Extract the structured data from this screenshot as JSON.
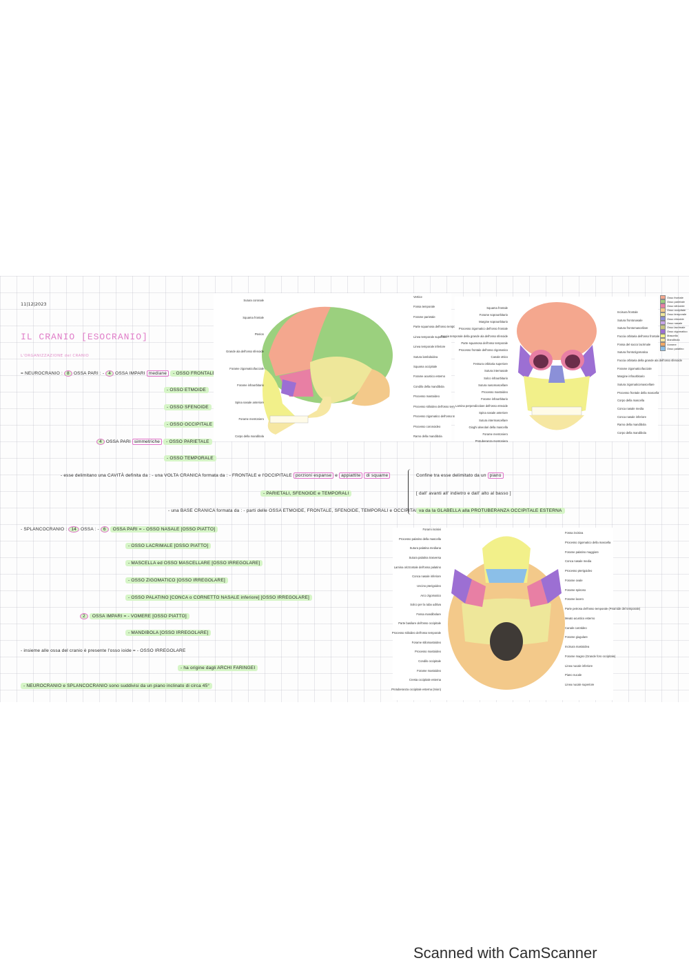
{
  "notes": {
    "date": "11|12|2023",
    "title": "IL CRANIO [ESOCRANIO]",
    "subtitle": "L'ORGANIZZAZIONE del CRANIO",
    "neuro_prefix": "= NEUROCRANIO :",
    "neuro_count": "8",
    "neuro_pari_label": "OSSA PARI : -",
    "impari_count": "4",
    "impari_label": "OSSA IMPARI",
    "mediane": "mediane",
    "frontale": "- OSSO FRONTALE",
    "etmoide": "- OSSO ETMOIDE",
    "sfenoide": "- OSSO SFENOIDE",
    "occipitale": "- OSSO OCCIPITALE",
    "pari_count": "4",
    "pari_label": "OSSA PARI",
    "simmetriche": "simmetriche",
    "parietale": "- OSSO PARIETALE",
    "temporale": "- OSSO TEMPORALE",
    "esse_line": "- esse delimitano una CAVITÀ definita da : - una VOLTA CRANICA formata da : - FRONTALE e l'OCCIPITALE",
    "porzioni_squame": "porzioni espanse",
    "e": "e",
    "appiattite": "appiattite",
    "squame": "di squame",
    "parietali_line": "- PARIETALI, SFENOIDE e TEMPORALI",
    "base_line": "- una BASE CRANICA formata da : - parti delle OSSA ETMOIDE, FRONTALE, SFENOIDE, TEMPORALI e OCCIPITALE",
    "confine_line": "Confine tra esse delimitato da un",
    "piano": "piano",
    "davanti_line": "[ dall' avanti all' indietro e dall' alto al basso ]",
    "glabella_line": "va da la GLABELLA alla PROTUBERANZA OCCIPITALE ESTERNA",
    "splanco_prefix": "- SPLANCOCRANIO :",
    "splanco_count": "14",
    "splanco_ossa": "OSSA : -",
    "splanco_pari_count": "6",
    "splanco_pari": "OSSA PARI = - OSSO NASALE [OSSO PIATTO]",
    "lacrimale": "- OSSO LACRIMALE [OSSO PIATTO]",
    "mascellare": "- MASCELLA ed OSSO MASCELLARE [OSSO IRREGOLARE]",
    "zigomatico": "- OSSO ZIGOMATICO [OSSO IRREGOLARE]",
    "palatino": "- OSSO PALATINO [CONCA o CORNETTO NASALE inferiore] [OSSO IRREGOLARE]",
    "impari2_count": "2",
    "vomere": "OSSA IMPARI = - VOMERE [OSSO PIATTO]",
    "mandibola": "- MANDIBOLA [OSSO IRREGOLARE]",
    "ioide_line": "- insieme alle ossa del cranio è presente l'osso ioide = - OSSO IRREGOLARE",
    "archi_line": "- ha origine dagli ARCHI FARINGEI",
    "finale_line": "- NEUROCRANIO e SPLANCOCRANIO sono suddivisi da un piano inclinato di circa 45°"
  },
  "figure_lateral": {
    "left_labels": [
      "Sutura coronale",
      "Squama frontale",
      "Pterion",
      "Grande ala dell'osso sfenoide",
      "Forame zigomaticofacciale",
      "Forame infraorbitario",
      "Spina nasale anteriore",
      "Forame mentoniero",
      "Corpo della mandibola"
    ],
    "right_labels": [
      "Vertice",
      "Fossa temporale",
      "Forame parietale",
      "Parte squamosa dell'osso temporale",
      "Linea temporale superiore",
      "Linea temporale inferiore",
      "Sutura lambdoidea",
      "Squama occipitale",
      "Forame acustico esterno",
      "Condilo della mandibola",
      "Processo mastoideo",
      "Processo stiloideo dell'osso temporale",
      "Processo zigomatico dell'osso temporale",
      "Processo coronoideo",
      "Ramo della mandibola"
    ]
  },
  "figure_frontal": {
    "left_labels": [
      "Squama frontale",
      "Forame sopraorbitario",
      "Margine sopraorbitario",
      "Processo zigomatico dell'osso frontale",
      "Faccia temporale della grande ala dell'osso sfenoide",
      "Parte squamosa dell'osso temporale",
      "Processo frontale dell'osso zigomatico",
      "Canale ottico",
      "Fessura orbitaria superiore",
      "Sutura internasale",
      "Solco infraorbitario",
      "Sutura nasomascellare",
      "Processo mastoideo",
      "Forame infraorbitario",
      "Lamina perpendicolare dell'osso etmoide",
      "Spina nasale anteriore",
      "Sutura intermascellare",
      "Gioghi alveolari della mascella",
      "Forame mentoniero",
      "Protuberanza mentoniera"
    ],
    "right_labels": [
      "Incisura frontale",
      "Sutura frontonasale",
      "Sutura frontomascellare",
      "Faccia orbitaria dell'osso frontale",
      "Fossa del sacco lacrimale",
      "Sutura frontozigomatica",
      "Faccia orbitaria della grande ala dell'osso sfenoide",
      "Forame zigomaticofacciale",
      "Margine infraorbitario",
      "Sutura zigomaticomascellare",
      "Processo frontale della mascella",
      "Corpo della mascella",
      "Conca nasale media",
      "Conca nasale inferiore",
      "Ramo della mandibola",
      "Corpo della mandibola"
    ]
  },
  "figure_inferior": {
    "left_labels": [
      "Forami incisivi",
      "Processo palatino della mascella",
      "Sutura palatina mediana",
      "Sutura palatina trasversa",
      "Lamina orizzontale dell'osso palatino",
      "Conca nasale inferiore",
      "Uncino pterigoideo",
      "Arco zigomatico",
      "Solco per la tuba uditiva",
      "Fossa mandibolare",
      "Parte basilare dell'osso occipitale",
      "Processo stiloideo dell'osso temporale",
      "Forame stilomastoideo",
      "Processo mastoideo",
      "Condilo occipitale",
      "Forame mastoideo",
      "Cresta occipitale esterna",
      "Protuberanza occipitale esterna (Inion)"
    ],
    "right_labels": [
      "Fossa incisiva",
      "Processo zigomatico della mascella",
      "Forame palatino maggiore",
      "Conca nasale media",
      "Processo pterigoideo",
      "Forame ovale",
      "Forame spinoso",
      "Forame lacero",
      "Parte petrosa dell'osso temporale (Piramide del temporale)",
      "Meato acustico esterno",
      "Canale carotideo",
      "Forame giugulare",
      "Incisura mastoidea",
      "Forame magno (Grande foro occipitale)",
      "Linea nucale inferiore",
      "Piano nucale",
      "Linea nucale superiore"
    ]
  },
  "legend": [
    {
      "name": "Osso frontale",
      "color": "#f4a78e"
    },
    {
      "name": "Osso parietale",
      "color": "#9bd07e"
    },
    {
      "name": "Osso sfenoide",
      "color": "#e87fa4"
    },
    {
      "name": "Osso occipitale",
      "color": "#f3c98a"
    },
    {
      "name": "Osso temporale",
      "color": "#eee79a"
    },
    {
      "name": "Osso etmoide",
      "color": "#8b90d8"
    },
    {
      "name": "Osso nasale",
      "color": "#c9a5e8"
    },
    {
      "name": "Osso lacrimale",
      "color": "#c7c280"
    },
    {
      "name": "Osso zigomatico",
      "color": "#9c6fd3"
    },
    {
      "name": "Mascella",
      "color": "#f2f08a"
    },
    {
      "name": "Mandibola",
      "color": "#f6e7a2"
    },
    {
      "name": "Vomere",
      "color": "#f3a864"
    },
    {
      "name": "Osso palatino",
      "color": "#8bbfe8"
    }
  ],
  "footer": {
    "scanner": "Scanned with CamScanner"
  }
}
